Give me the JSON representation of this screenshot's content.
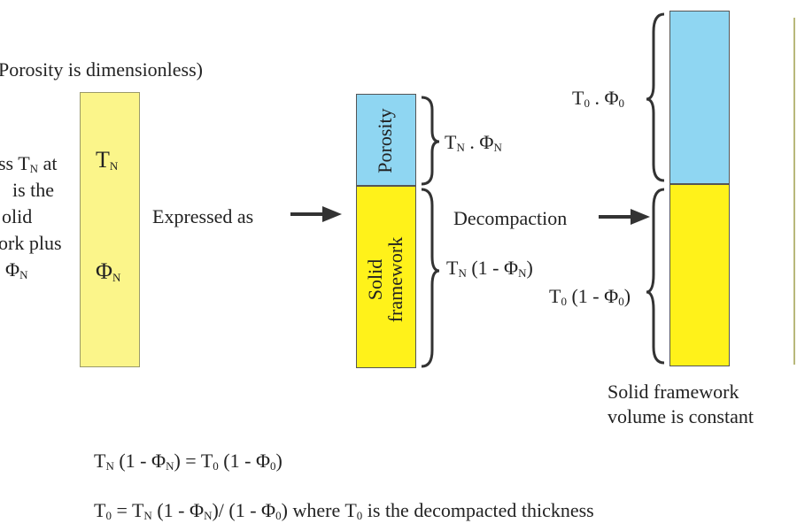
{
  "colors": {
    "yellow_light": "#fbf58a",
    "yellow": "#fff21a",
    "blue": "#8fd6f2",
    "stroke": "#333333",
    "text": "#222222"
  },
  "top_note": "Porosity is dimensionless)",
  "left_text": {
    "line1_prefix": "ss T",
    "line1_sub": "N",
    "line1_suffix": " at",
    "line2": "is the",
    "line3": "olid",
    "line4": "ork plus",
    "line5_sym": "Φ",
    "line5_sub": "N"
  },
  "col1": {
    "t_label": "T",
    "t_sub": "N",
    "phi_label": "Φ",
    "phi_sub": "N"
  },
  "expressed_as": "Expressed as",
  "col2": {
    "porosity_label": "Porosity",
    "solid_label_1": "Solid",
    "solid_label_2": "framework",
    "porosity_expr": {
      "t": "T",
      "t_sub": "N",
      "mid": " . ",
      "phi": "Φ",
      "phi_sub": "N"
    },
    "solid_expr": {
      "t": "T",
      "t_sub": "N",
      "mid": " (1 - ",
      "phi": "Φ",
      "phi_sub": "N",
      "end": ")"
    }
  },
  "decompaction": "Decompaction",
  "col3": {
    "porosity_expr": {
      "t": "T",
      "t_sub": "0",
      "mid": " . ",
      "phi": "Φ",
      "phi_sub": "0"
    },
    "solid_expr": {
      "t": "T",
      "t_sub": "0",
      "mid": " (1 - ",
      "phi": "Φ",
      "phi_sub": "0",
      "end": ")"
    },
    "note_line1": "Solid framework",
    "note_line2": "volume is constant"
  },
  "equation1": {
    "t1": "T",
    "t1_sub": "N",
    "a": " (1 - ",
    "p1": "Φ",
    "p1_sub": "N",
    "b": ") = ",
    "t2": "T",
    "t2_sub": "0",
    "c": " (1 - ",
    "p2": "Φ",
    "p2_sub": "0",
    "d": ")"
  },
  "equation2": {
    "t0": "T",
    "t0_sub": "0",
    "a": " = ",
    "tn": "T",
    "tn_sub": "N",
    "b": " (1 - ",
    "pn": "Φ",
    "pn_sub": "N",
    "c": ")/ (1 - ",
    "p0": "Φ",
    "p0_sub": "0",
    "d": ") where ",
    "t0b": "T",
    "t0b_sub": "0",
    "e": " is the decompacted thickness"
  }
}
